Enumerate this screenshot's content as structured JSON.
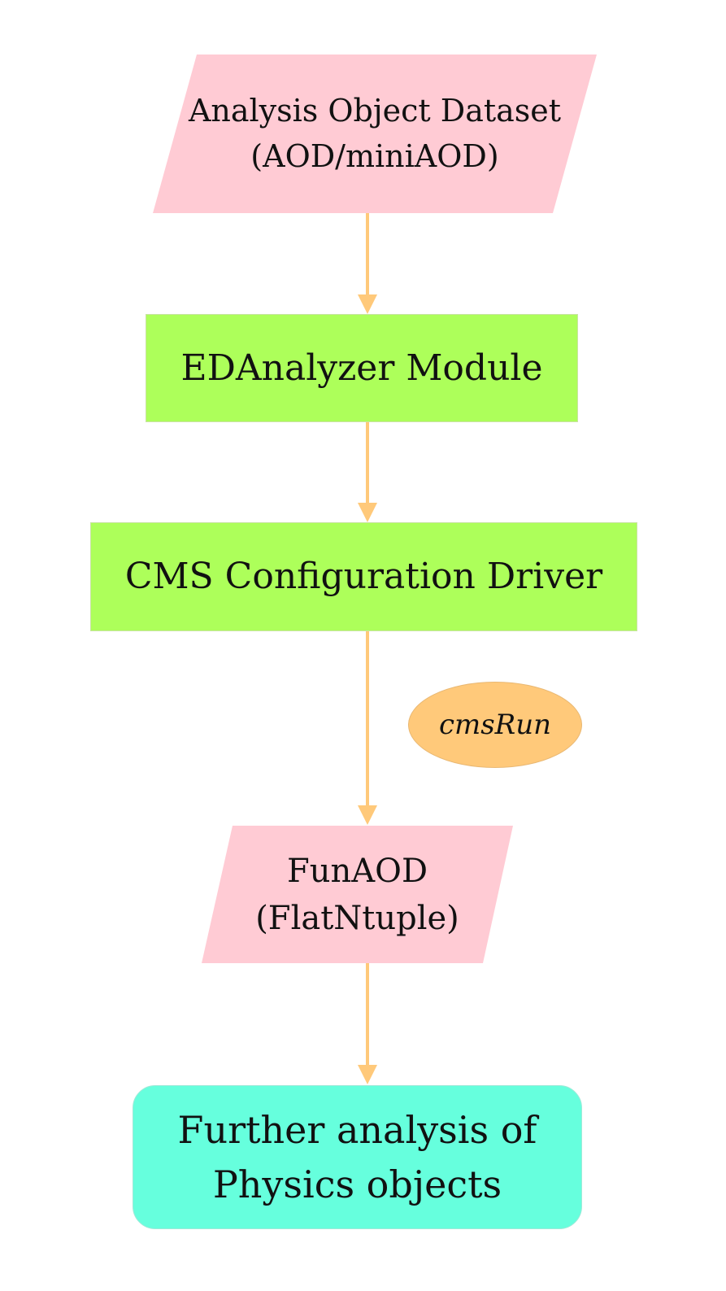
{
  "colors": {
    "data_node_fill": "#ffcbd4",
    "process_node_fill": "#adff5a",
    "result_node_fill": "#66ffdd",
    "arrow": "#ffc97a",
    "edge_label_fill": "#ffc97a"
  },
  "nodes": {
    "aod": {
      "label": "Analysis Object Dataset\n(AOD/miniAOD)",
      "shape": "parallelogram"
    },
    "edanalyzer": {
      "label": "EDAnalyzer Module",
      "shape": "rectangle"
    },
    "driver": {
      "label": "CMS Configuration Driver",
      "shape": "rectangle"
    },
    "funaod": {
      "label": "FunAOD\n(FlatNtuple)",
      "shape": "parallelogram"
    },
    "further": {
      "label": "Further analysis of\nPhysics objects",
      "shape": "rounded-rectangle"
    }
  },
  "edges": [
    {
      "from": "aod",
      "to": "edanalyzer",
      "label": ""
    },
    {
      "from": "edanalyzer",
      "to": "driver",
      "label": ""
    },
    {
      "from": "driver",
      "to": "funaod",
      "label": "cmsRun"
    },
    {
      "from": "funaod",
      "to": "further",
      "label": ""
    }
  ]
}
